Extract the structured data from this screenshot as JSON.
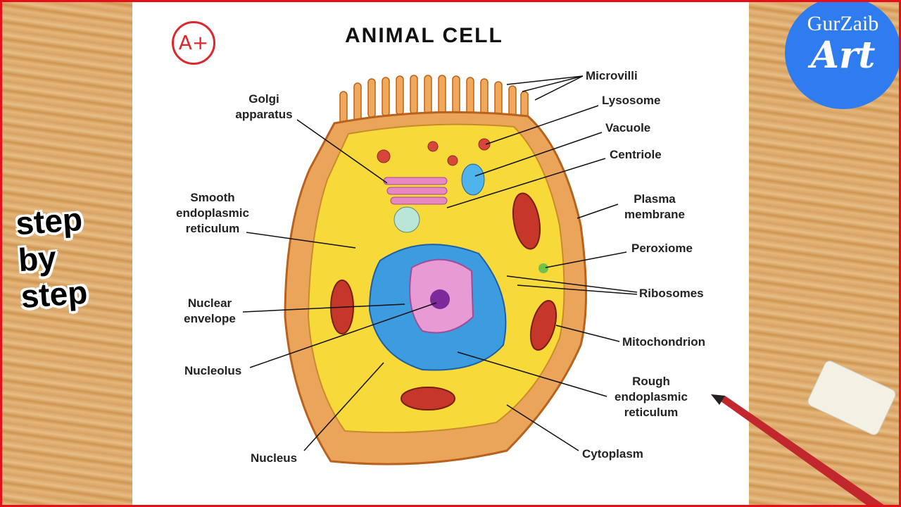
{
  "title": "ANIMAL CELL",
  "grade_badge": "A+",
  "branding": {
    "line1": "GurZaib",
    "line2": "Art"
  },
  "side_text": [
    "step",
    "by",
    "step"
  ],
  "labels": {
    "microvilli": "Microvilli",
    "lysosome": "Lysosome",
    "vacuole": "Vacuole",
    "centriole": "Centriole",
    "plasma_membrane": [
      "Plasma",
      "membrane"
    ],
    "peroxiome": "Peroxiome",
    "ribosomes": "Ribosomes",
    "mitochondrion": "Mitochondrion",
    "rough_er": [
      "Rough",
      "endoplasmic",
      "reticulum"
    ],
    "cytoplasm": "Cytoplasm",
    "golgi": [
      "Golgi",
      "apparatus"
    ],
    "smooth_er": [
      "Smooth",
      "endoplasmic",
      "reticulum"
    ],
    "nuclear_envelope": [
      "Nuclear",
      "envelope"
    ],
    "nucleolus": "Nucleolus",
    "nucleus": "Nucleus"
  },
  "colors": {
    "frame": "#e3101a",
    "cytoplasm": "#f7d93a",
    "nucleus": "#3d9be0",
    "membrane": "#e39a4a",
    "logo": "#2f7bf0"
  }
}
